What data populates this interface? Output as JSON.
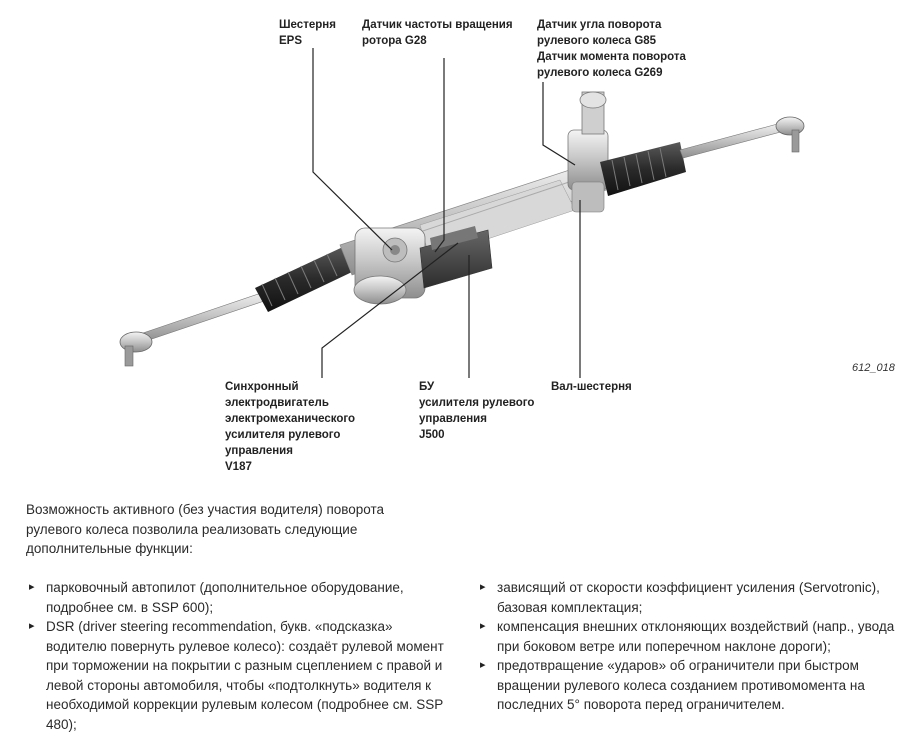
{
  "figure": {
    "id": "612_018",
    "labels": {
      "eps_pinion": "Шестерня\nEPS",
      "rotor_sensor": "Датчик частоты вращения\nротора G28",
      "angle_sensor": "Датчик угла поворота\nрулевого колеса G85\nДатчик момента поворота\nрулевого колеса G269",
      "motor": "Синхронный\nэлектродвигатель\nэлектромеханического\nусилителя рулевого\nуправления\nV187",
      "control_unit": "БУ\nусилителя рулевого\nуправления\nJ500",
      "shaft_pinion": "Вал-шестерня"
    }
  },
  "intro": "Возможность активного (без участия водителя) поворота рулевого колеса позволила реализовать следующие дополнительные функции:",
  "bullets_left": [
    "парковочный автопилот (дополнительное оборудование, подробнее см. в SSP 600);",
    "DSR (driver steering recommendation, букв. «подсказка» водителю повернуть рулевое колесо): создаёт рулевой момент при торможении на покрытии с разным сцеплением с правой и левой стороны автомобиля, чтобы «подтолкнуть» водителя к необходимой коррекции рулевым колесом (подробнее см. SSP 480);"
  ],
  "bullets_right": [
    "зависящий от скорости коэффициент усиления (Servotronic), базовая комплектация;",
    "компенсация внешних отклоняющих воздействий (напр., увода при боковом ветре или поперечном наклоне дороги);",
    "предотвращение «ударов» об ограничители при быстром вращении рулевого колеса созданием противомомента на последних 5° поворота перед ограничителем."
  ]
}
